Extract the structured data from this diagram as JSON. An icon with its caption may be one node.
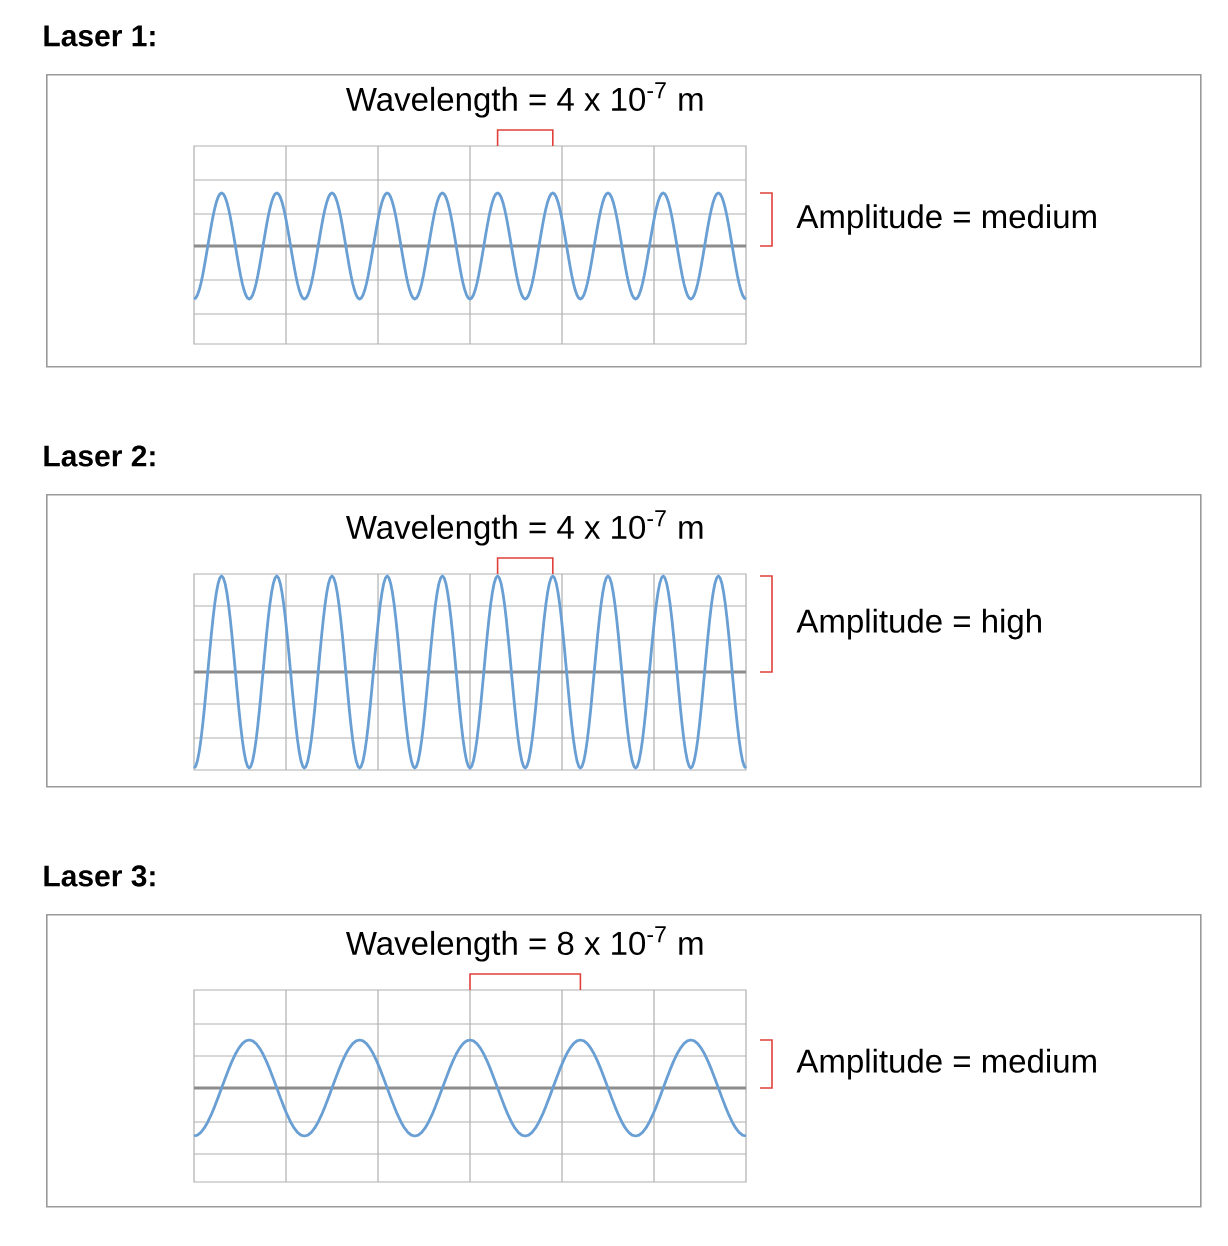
{
  "diagram": {
    "nodes": [
      {
        "text": [
          "Laser 1:",
          "Wavelength = 4 x 10$^{-7}$ m",
          "Amplitude = medium"
        ]
      },
      {
        "text": [
          "Laser 2:",
          "Wavelength = 4 x 10$^{-7}$ m",
          "Amplitude = high"
        ]
      },
      {
        "text": [
          "Laser 3:",
          "Wavelength = 8 x 10$^{-7}$ m",
          "Amplitude = medium"
        ]
      }
    ]
  }
}
